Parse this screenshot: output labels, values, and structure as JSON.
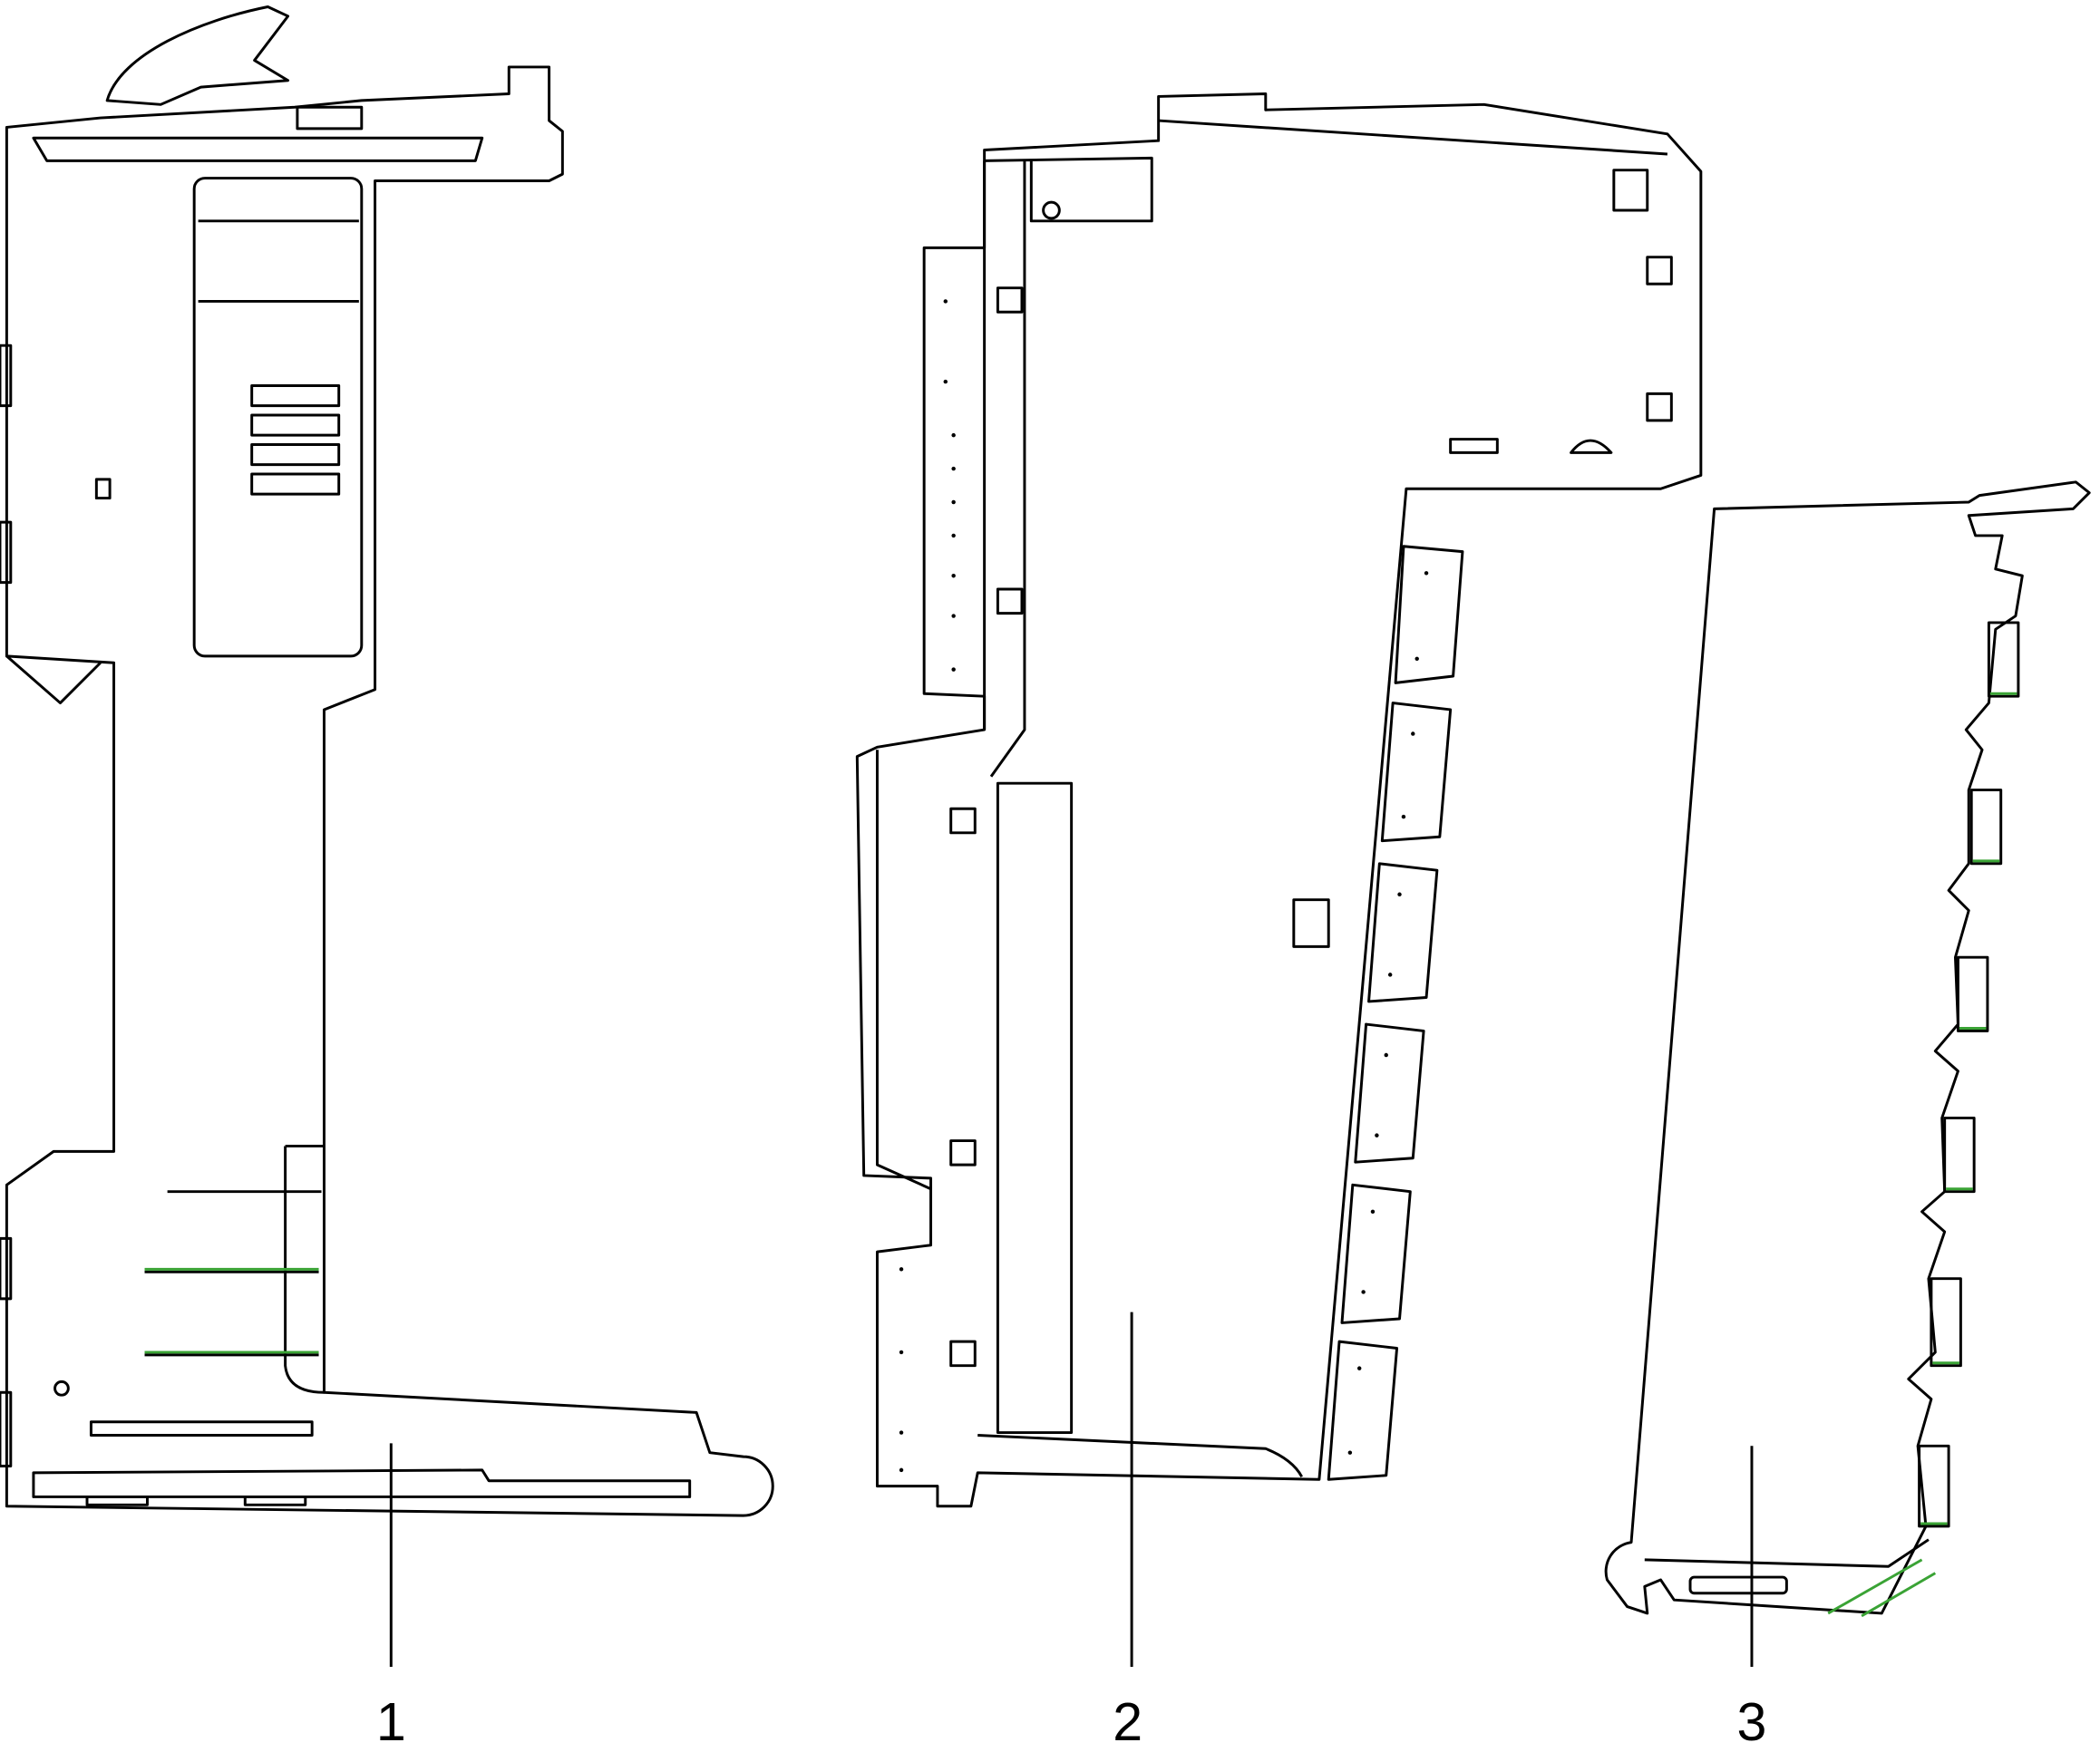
{
  "diagram": {
    "labels": [
      {
        "id": "1",
        "text": "1"
      },
      {
        "id": "2",
        "text": "2"
      },
      {
        "id": "3",
        "text": "3"
      }
    ],
    "colors": {
      "line": "#000000",
      "accent": "#3aa335",
      "background": "#ffffff"
    }
  }
}
